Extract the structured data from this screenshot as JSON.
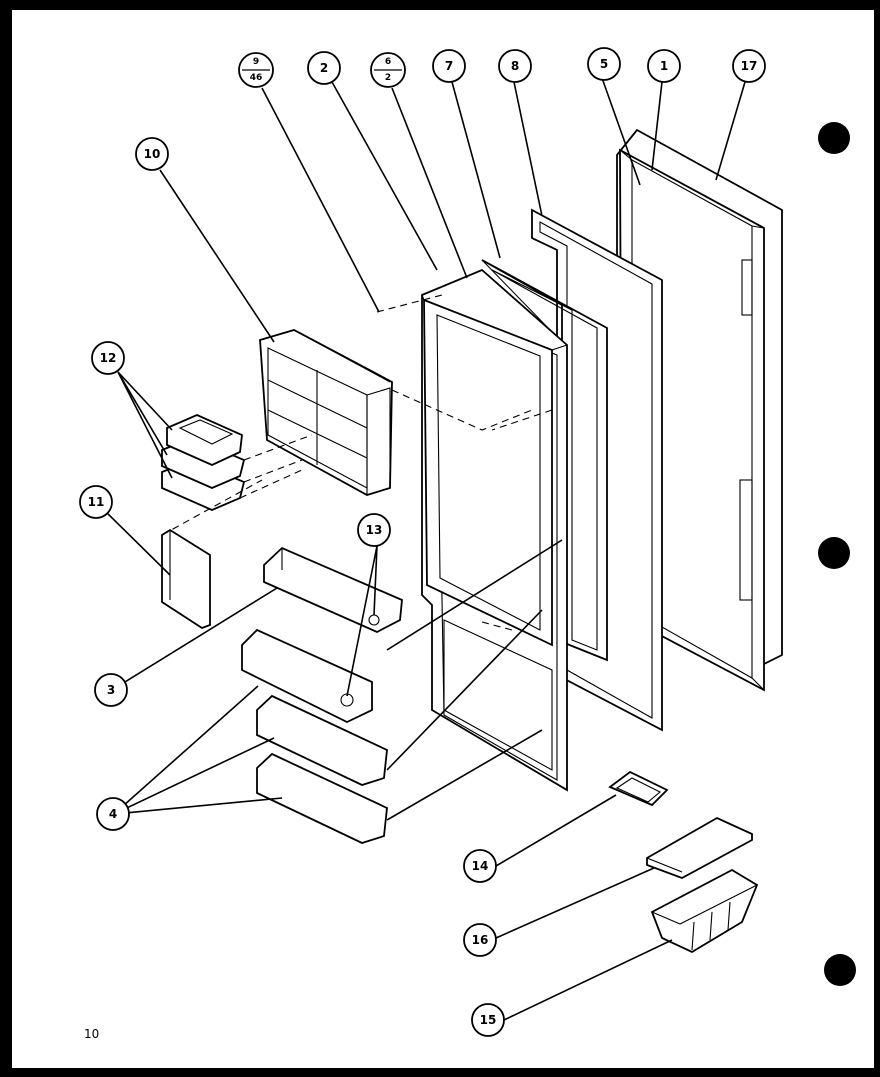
{
  "diagram": {
    "page_number": "10",
    "callouts": {
      "c1": "1",
      "c2": "2",
      "c3": "3",
      "c4": "4",
      "c5": "5",
      "c7": "7",
      "c8": "8",
      "c10": "10",
      "c11": "11",
      "c12": "12",
      "c13": "13",
      "c14": "14",
      "c15": "15",
      "c16": "16",
      "c17": "17",
      "c9_top": "9",
      "c9_bottom": "46",
      "c6_top": "6",
      "c6_bottom": "2"
    }
  }
}
